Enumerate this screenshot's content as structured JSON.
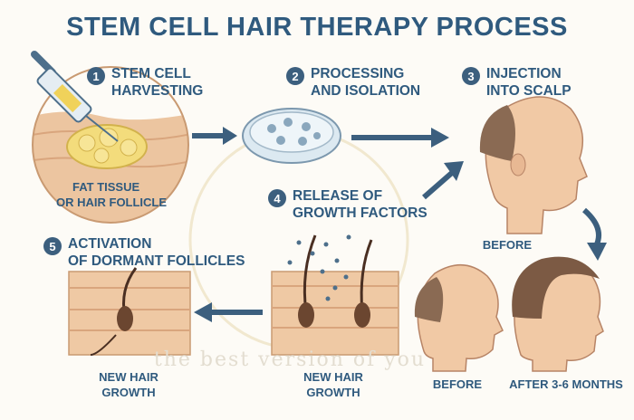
{
  "title": "STEM CELL HAIR THERAPY PROCESS",
  "steps": [
    {
      "number": "1",
      "line1": "STEM CELL",
      "line2": "HARVESTING"
    },
    {
      "number": "2",
      "line1": "PROCESSING",
      "line2": "AND ISOLATION"
    },
    {
      "number": "3",
      "line1": "INJECTION",
      "line2": "INTO SCALP"
    },
    {
      "number": "4",
      "line1": "RELEASE OF",
      "line2": "GROWTH FACTORS"
    },
    {
      "number": "5",
      "line1": "ACTIVATION",
      "line2": "OF DORMANT FOLLICLES"
    }
  ],
  "captions": {
    "fat_tissue_line1": "FAT TISSUE",
    "fat_tissue_line2": "OR HAIR FOLLICLE",
    "before_top": "BEFORE",
    "before_bottom": "BEFORE",
    "after": "AFTER 3-6 MONTHS",
    "new_growth_left_line1": "NEW HAIR",
    "new_growth_left_line2": "GROWTH",
    "new_growth_mid_line1": "NEW HAIR",
    "new_growth_mid_line2": "GROWTH"
  },
  "watermark": "the best version of you",
  "colors": {
    "title": "#2f5a7e",
    "arrow": "#3c5f7e",
    "skin": "#efc9a4",
    "fat": "#f3dc7c"
  }
}
